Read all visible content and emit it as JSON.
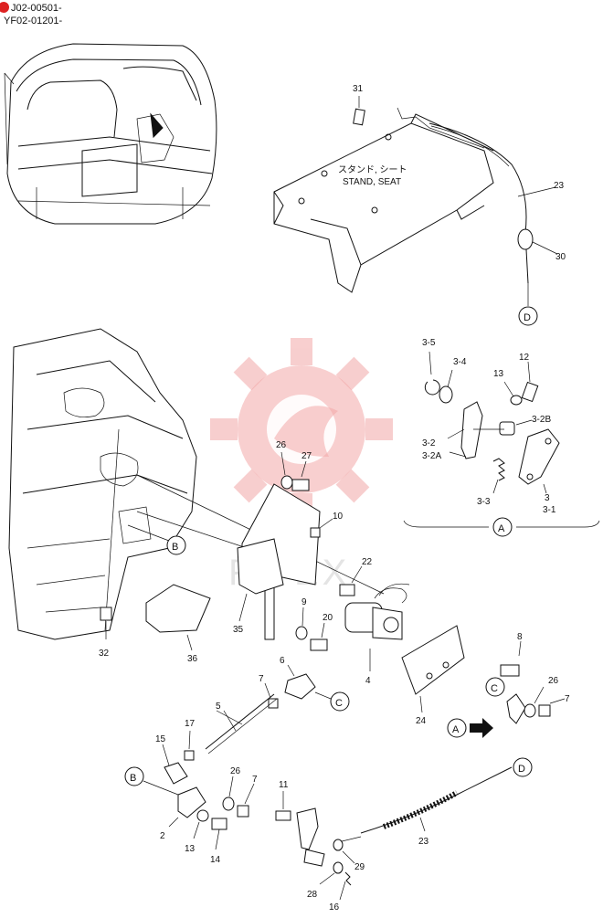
{
  "header": {
    "serial_1": "J02-00501-",
    "serial_2": "YF02-01201-"
  },
  "stand_seat": {
    "label_jp": "スタンド, シート",
    "label_en": "STAND, SEAT"
  },
  "watermark": {
    "text": "FITEX"
  },
  "callouts": {
    "A_detail": "A",
    "A_arrow": "A",
    "B_top": "B",
    "B_bottom": "B",
    "C_top": "C",
    "C_right": "C",
    "D_top": "D",
    "D_bottom": "D"
  },
  "parts": {
    "p31": "31",
    "p23_top": "23",
    "p30": "30",
    "p3_5": "3-5",
    "p3_4": "3-4",
    "p13_detail": "13",
    "p12": "12",
    "p3_2B": "3-2B",
    "p3_2": "3-2",
    "p3_2A": "3-2A",
    "p3_3": "3-3",
    "p3": "3",
    "p3_1": "3-1",
    "p26_top": "26",
    "p27": "27",
    "p10": "10",
    "p22": "22",
    "p9": "9",
    "p20": "20",
    "p35": "35",
    "p36": "36",
    "p32": "32",
    "p4": "4",
    "p8": "8",
    "p24": "24",
    "p26_right": "26",
    "p7_right": "7",
    "p6": "6",
    "p7_mid": "7",
    "p5": "5",
    "p17": "17",
    "p15": "15",
    "p26_bottom": "26",
    "p7_bottom": "7",
    "p2": "2",
    "p13_bottom": "13",
    "p14": "14",
    "p11": "11",
    "p23_bottom": "23",
    "p29": "29",
    "p28": "28",
    "p16": "16"
  }
}
